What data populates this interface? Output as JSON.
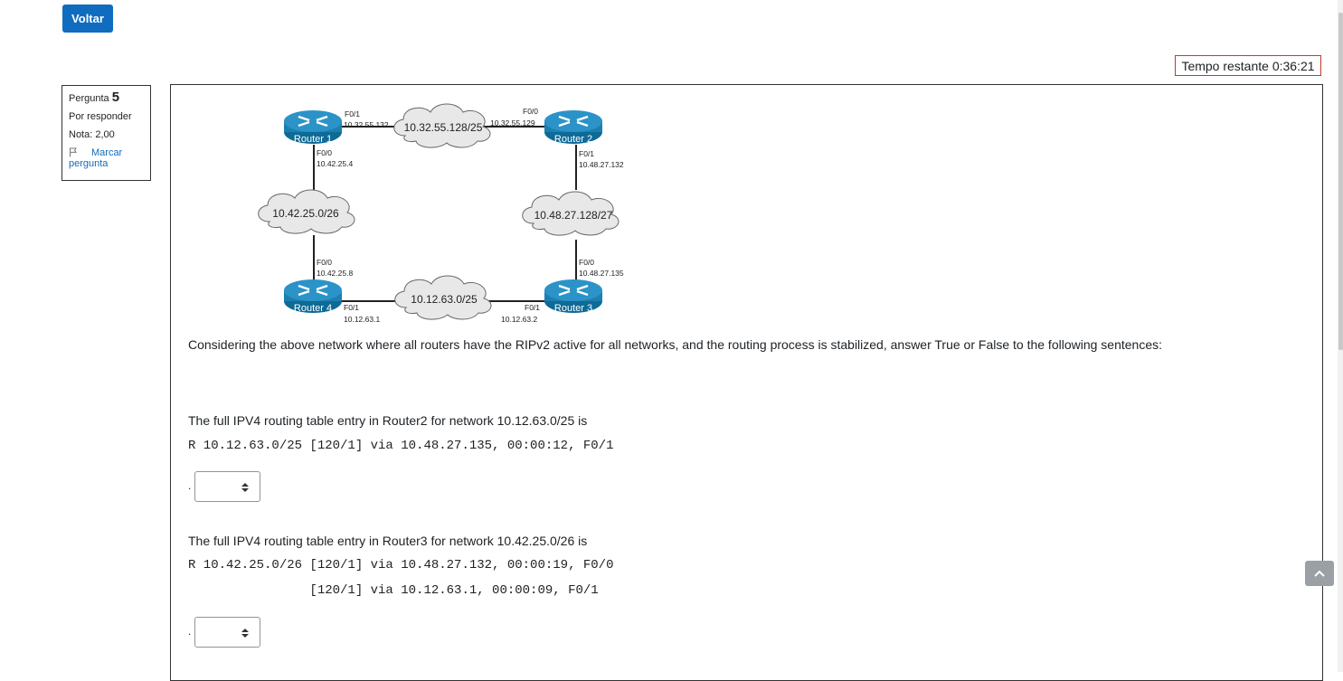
{
  "nav": {
    "back_label": "Voltar"
  },
  "timer": {
    "text": "Tempo restante 0:36:21"
  },
  "question_info": {
    "label": "Pergunta",
    "number": "5",
    "status": "Por responder",
    "grade": "Nota: 2,00",
    "flag_line1": "Marcar",
    "flag_line2": "pergunta"
  },
  "diagram": {
    "routers": [
      "Router 1",
      "Router 2",
      "Router 3",
      "Router 4"
    ],
    "networks": [
      "10.32.55.128/25",
      "10.42.25.0/26",
      "10.48.27.128/27",
      "10.12.63.0/25"
    ],
    "ifaces": {
      "r1_f01": "F0/1",
      "r1_f01_ip": "10.32.55.132",
      "r2_f00": "F0/0",
      "r2_f00_ip": "10.32.55.129",
      "r1_f00": "F0/0",
      "r1_f00_ip": "10.42.25.4",
      "r2_f01": "F0/1",
      "r2_f01_ip": "10.48.27.132",
      "r4_f00": "F0/0",
      "r4_f00_ip": "10.42.25.8",
      "r3_f00": "F0/0",
      "r3_f00_ip": "10.48.27.135",
      "r4_f01": "F0/1",
      "r4_f01_ip": "10.12.63.1",
      "r3_f01": "F0/1",
      "r3_f01_ip": "10.12.63.2"
    }
  },
  "question": {
    "intro": "Considering the above network where all routers have the RIPv2 active for all networks, and the routing process is stabilized, answer True or False to the following sentences:",
    "items": [
      {
        "statement": "The full IPV4 routing table entry in Router2 for network 10.12.63.0/25 is",
        "lines": [
          "R 10.12.63.0/25 [120/1] via 10.48.27.135, 00:00:12, F0/1"
        ],
        "marker": ".",
        "selected": ""
      },
      {
        "statement": "The full IPV4 routing table entry in Router3 for network 10.42.25.0/26 is",
        "lines": [
          "R 10.42.25.0/26 [120/1] via 10.48.27.132, 00:00:19, F0/0",
          "                [120/1] via 10.12.63.1, 00:00:09, F0/1"
        ],
        "marker": ".",
        "selected": ""
      }
    ]
  },
  "colors": {
    "accent": "#0f6cbf",
    "router": "#1b7fb0",
    "timer_border": "#c0392b"
  }
}
